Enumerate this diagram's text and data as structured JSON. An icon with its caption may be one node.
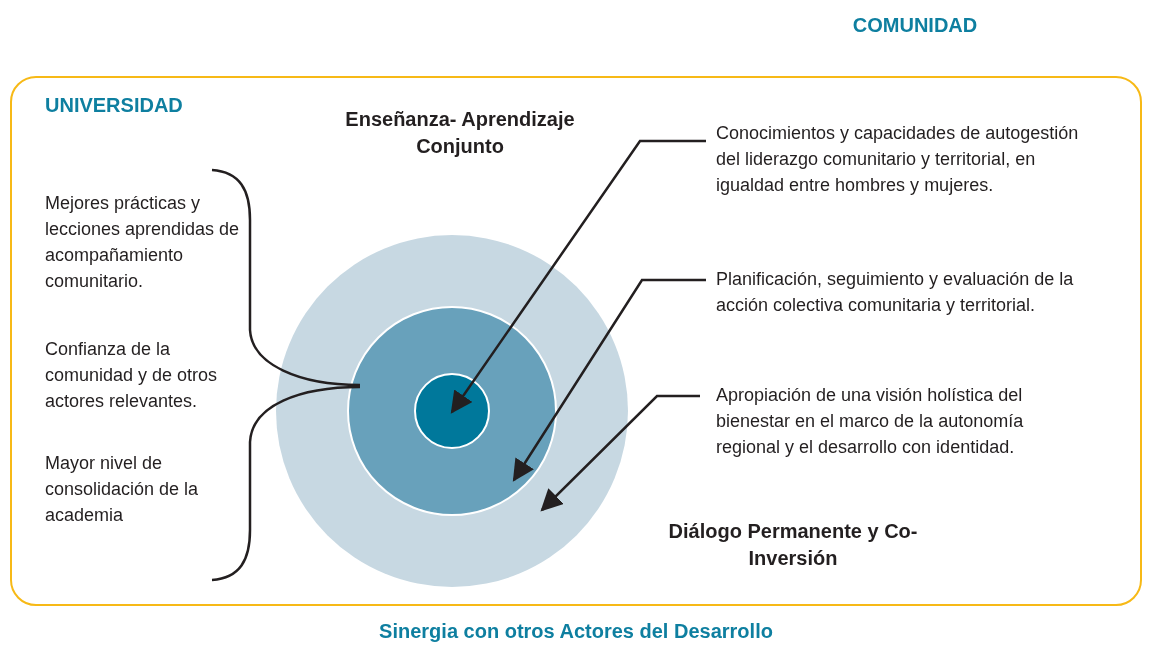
{
  "diagram": {
    "caption": "Sinergia con otros Actores del Desarrollo",
    "nodes": [
      {
        "text": [
          "UNIVERSIDAD"
        ]
      },
      {
        "text": [],
        "shape": "circle",
        "in": 0
      },
      {
        "text": [],
        "shape": "circle",
        "in": 1
      },
      {
        "text": [],
        "shape": "circle",
        "in": 2
      },
      {
        "text": [
          "Mejores prácticas y lecciones aprendidas de acompañamiento comunitario."
        ],
        "in": 0
      },
      {
        "text": [
          "Confianza de la comunidad y de otros actores relevantes."
        ],
        "in": 0
      },
      {
        "text": [
          "Mayor nivel de consolidación de la academia"
        ],
        "in": 0
      },
      {
        "text": [
          "Conocimientos y capacidades de autogestión del liderazgo comunitario y territorial, en igualdad entre hombres y mujeres."
        ],
        "in": 0
      },
      {
        "text": [
          "Planificación, seguimiento y evaluación de la acción colectiva  comunitaria y territorial."
        ],
        "in": 0
      },
      {
        "text": [
          "Apropiación de una visión holística del bienestar en el marco de la autonomía regional y el desarrollo con identidad."
        ],
        "in": 0
      }
    ],
    "edges": [
      {
        "from": 4,
        "to": 2,
        "arrow": "none"
      },
      {
        "from": 6,
        "to": 2,
        "arrow": "none"
      },
      {
        "from": 7,
        "to": 3,
        "arrow": "to"
      },
      {
        "from": 8,
        "to": 2,
        "arrow": "to"
      },
      {
        "from": 9,
        "to": 1,
        "arrow": "to"
      }
    ],
    "labels": [
      "COMUNIDAD",
      "Enseñanza- Aprendizaje Conjunto",
      "Diálogo Permanente y Co- Inversión"
    ]
  }
}
